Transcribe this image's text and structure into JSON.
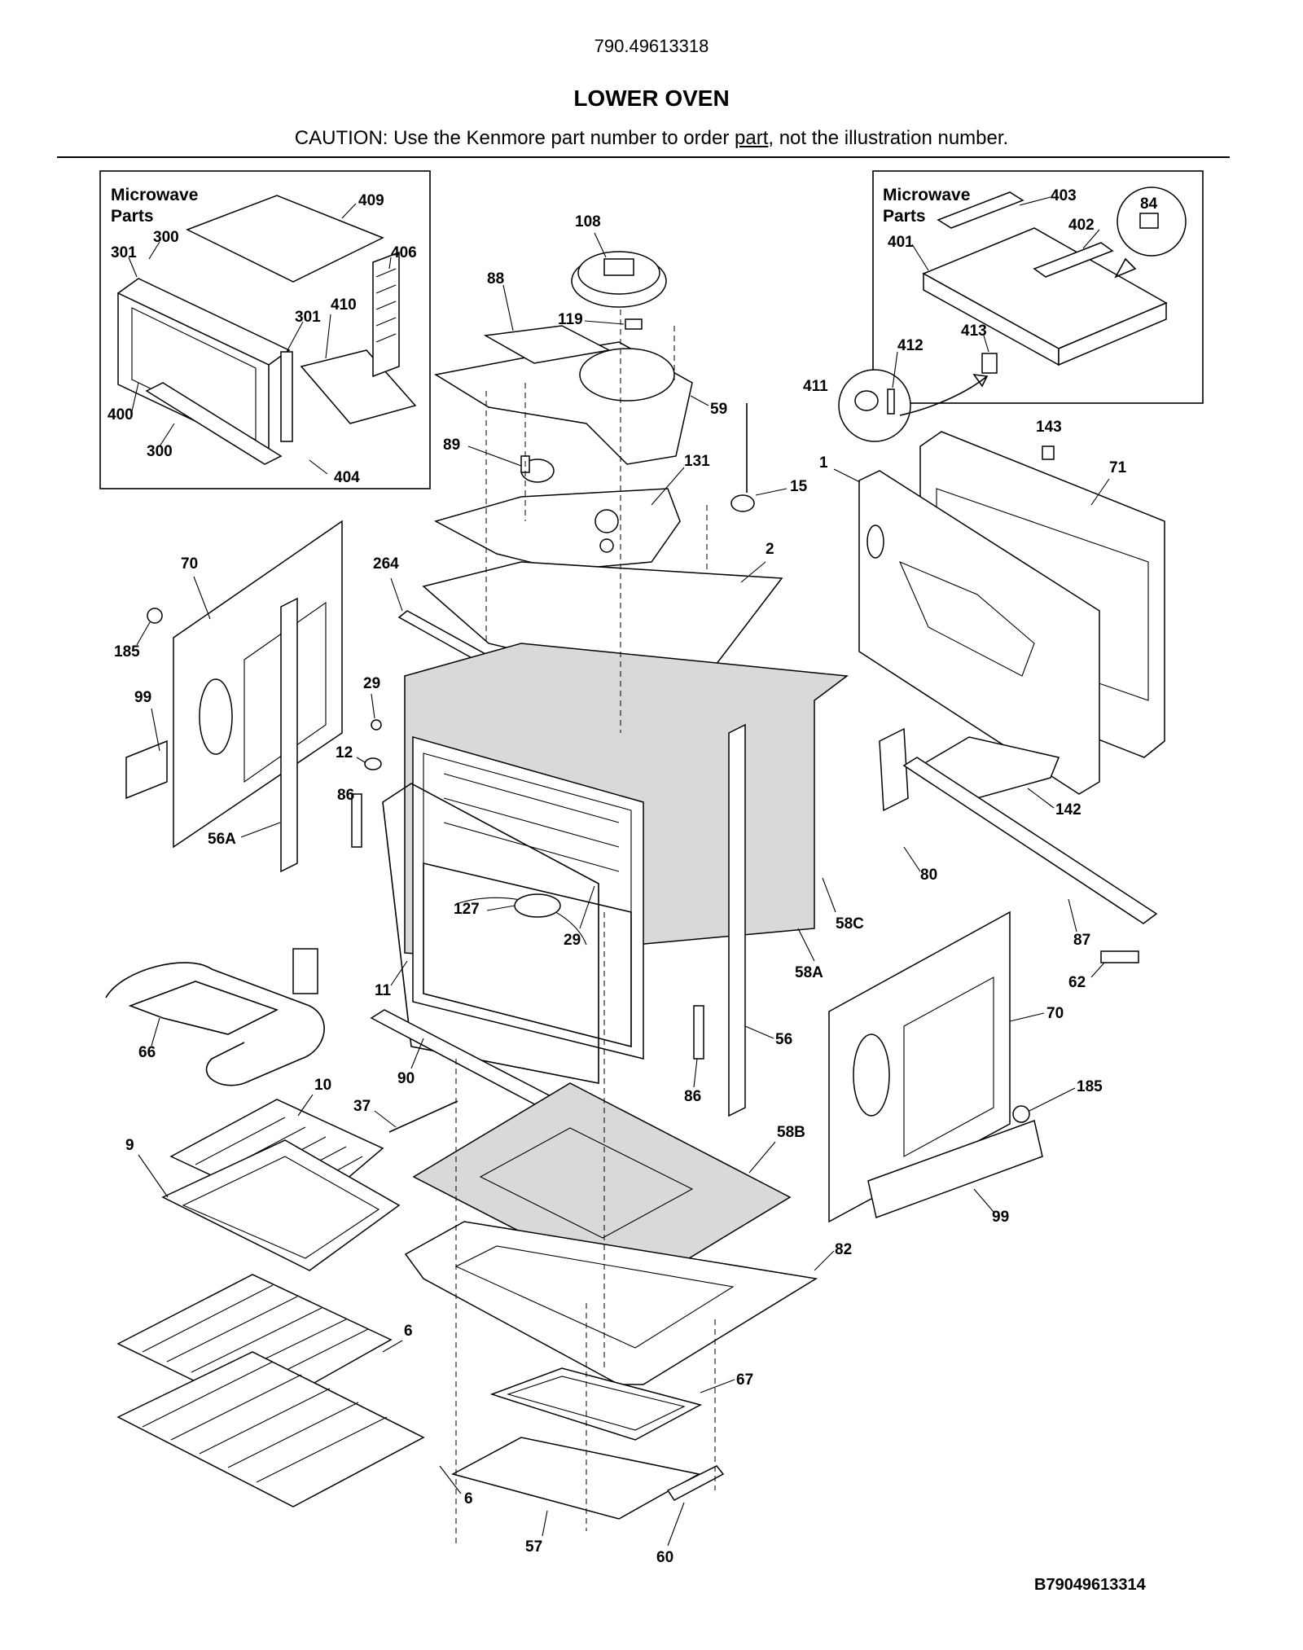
{
  "header": {
    "model_number": "790.49613318",
    "title": "LOWER OVEN",
    "caution_before": "CAUTION: Use the Kenmore part number to order ",
    "caution_link": "part",
    "caution_after": ", not the illustration number."
  },
  "inset_left": {
    "title_line1": "Microwave",
    "title_line2": "Parts"
  },
  "inset_right": {
    "title_line1": "Microwave",
    "title_line2": "Parts"
  },
  "callouts": {
    "c409": "409",
    "c300a": "300",
    "c301a": "301",
    "c406": "406",
    "c301b": "301",
    "c410": "410",
    "c400": "400",
    "c300b": "300",
    "c404": "404",
    "c403": "403",
    "c84": "84",
    "c402": "402",
    "c401": "401",
    "c412": "412",
    "c413": "413",
    "c411": "411",
    "c108": "108",
    "c88": "88",
    "c119": "119",
    "c59": "59",
    "c89": "89",
    "c131": "131",
    "c15": "15",
    "c143": "143",
    "c1": "1",
    "c71": "71",
    "c70a": "70",
    "c264": "264",
    "c2": "2",
    "c185a": "185",
    "c99a": "99",
    "c29a": "29",
    "c12": "12",
    "c86a": "86",
    "c56A": "56A",
    "c142": "142",
    "c80": "80",
    "c127": "127",
    "c29b": "29",
    "c58C": "58C",
    "c87": "87",
    "c11": "11",
    "c58A": "58A",
    "c62": "62",
    "c70b": "70",
    "c66": "66",
    "c90": "90",
    "c56": "56",
    "c86b": "86",
    "c10": "10",
    "c37": "37",
    "c185b": "185",
    "c9": "9",
    "c58B": "58B",
    "c99b": "99",
    "c82": "82",
    "c6a": "6",
    "c67": "67",
    "c6b": "6",
    "c57": "57",
    "c60": "60"
  },
  "diagram_id": "B79049613314"
}
